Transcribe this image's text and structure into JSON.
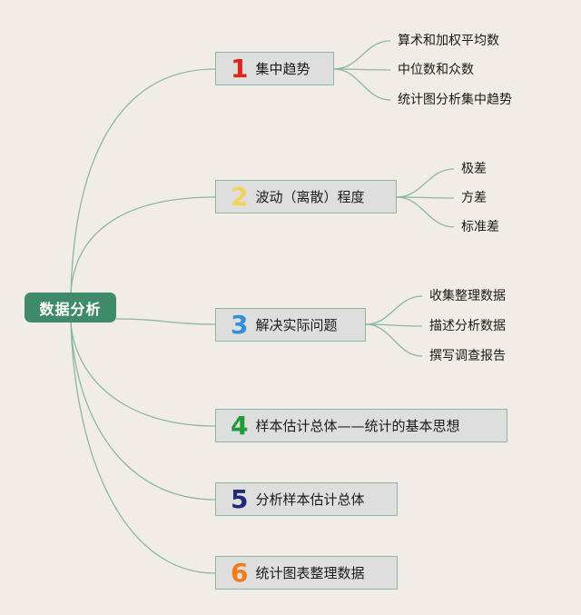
{
  "root": {
    "label": "数据分析"
  },
  "colors": {
    "line": "#8bb7a3",
    "root_bg": "#3f8a6a",
    "num1": "#e0241d",
    "num2": "#f4d35a",
    "num3": "#2f8fd8",
    "num4": "#1f9a36",
    "num5": "#1f2a7a",
    "num6": "#f07c1a"
  },
  "branches": [
    {
      "num": "1",
      "label": "集中趋势",
      "children": [
        "算术和加权平均数",
        "中位数和众数",
        "统计图分析集中趋势"
      ]
    },
    {
      "num": "2",
      "label": "波动（离散）程度",
      "children": [
        "极差",
        "方差",
        "标准差"
      ]
    },
    {
      "num": "3",
      "label": "解决实际问题",
      "children": [
        "收集整理数据",
        "描述分析数据",
        "撰写调查报告"
      ]
    },
    {
      "num": "4",
      "label": "样本估计总体——统计的基本思想",
      "children": []
    },
    {
      "num": "5",
      "label": "分析样本估计总体",
      "children": []
    },
    {
      "num": "6",
      "label": "统计图表整理数据",
      "children": []
    }
  ]
}
